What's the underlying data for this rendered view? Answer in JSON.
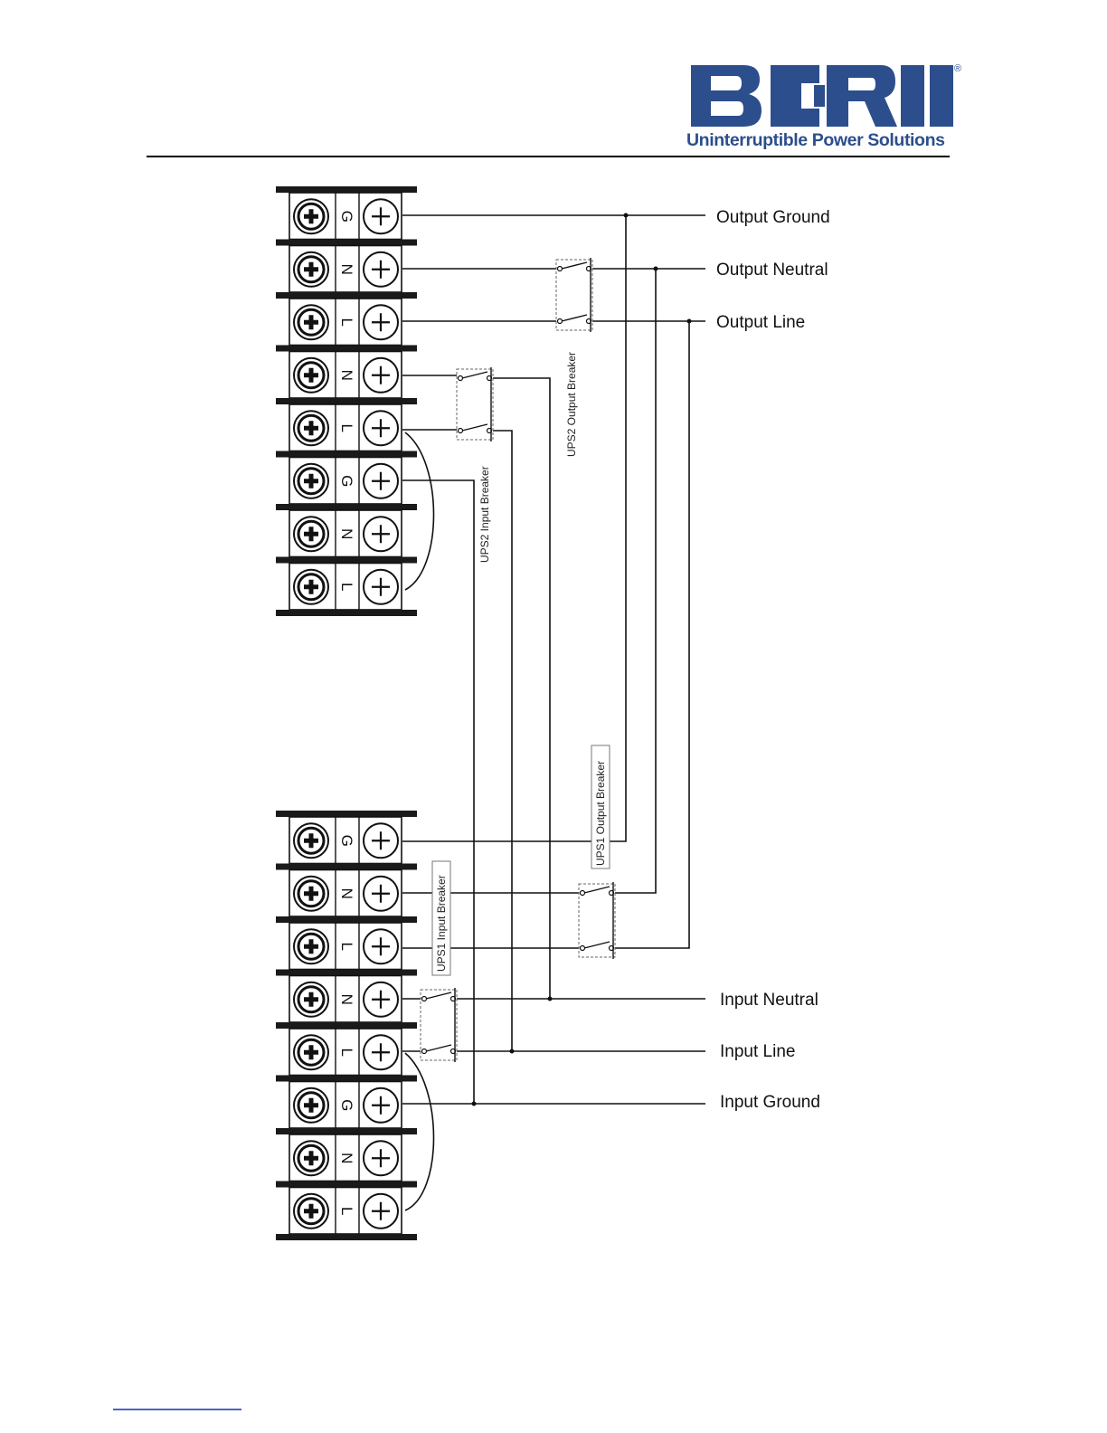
{
  "header": {
    "logo_text": "BORRI",
    "tagline": "Uninterruptible Power Solutions",
    "registered_mark": "®",
    "brand_color": "#2d4e8c"
  },
  "diagram": {
    "terminal_blocks": [
      {
        "terminals": [
          "G",
          "N",
          "L",
          "N",
          "L",
          "G",
          "N",
          "L"
        ]
      },
      {
        "terminals": [
          "G",
          "N",
          "L",
          "N",
          "L",
          "G",
          "N",
          "L"
        ]
      }
    ],
    "wire_labels": {
      "output_ground": "Output Ground",
      "output_neutral": "Output Neutral",
      "output_line": "Output Line",
      "input_neutral": "Input Neutral",
      "input_line": "Input Line",
      "input_ground": "Input Ground"
    },
    "breakers": {
      "ups2_output": "UPS2 Output Breaker",
      "ups2_input": "UPS2 Input Breaker",
      "ups1_output": "UPS1 Output Breaker",
      "ups1_input": "UPS1 Input Breaker"
    }
  }
}
